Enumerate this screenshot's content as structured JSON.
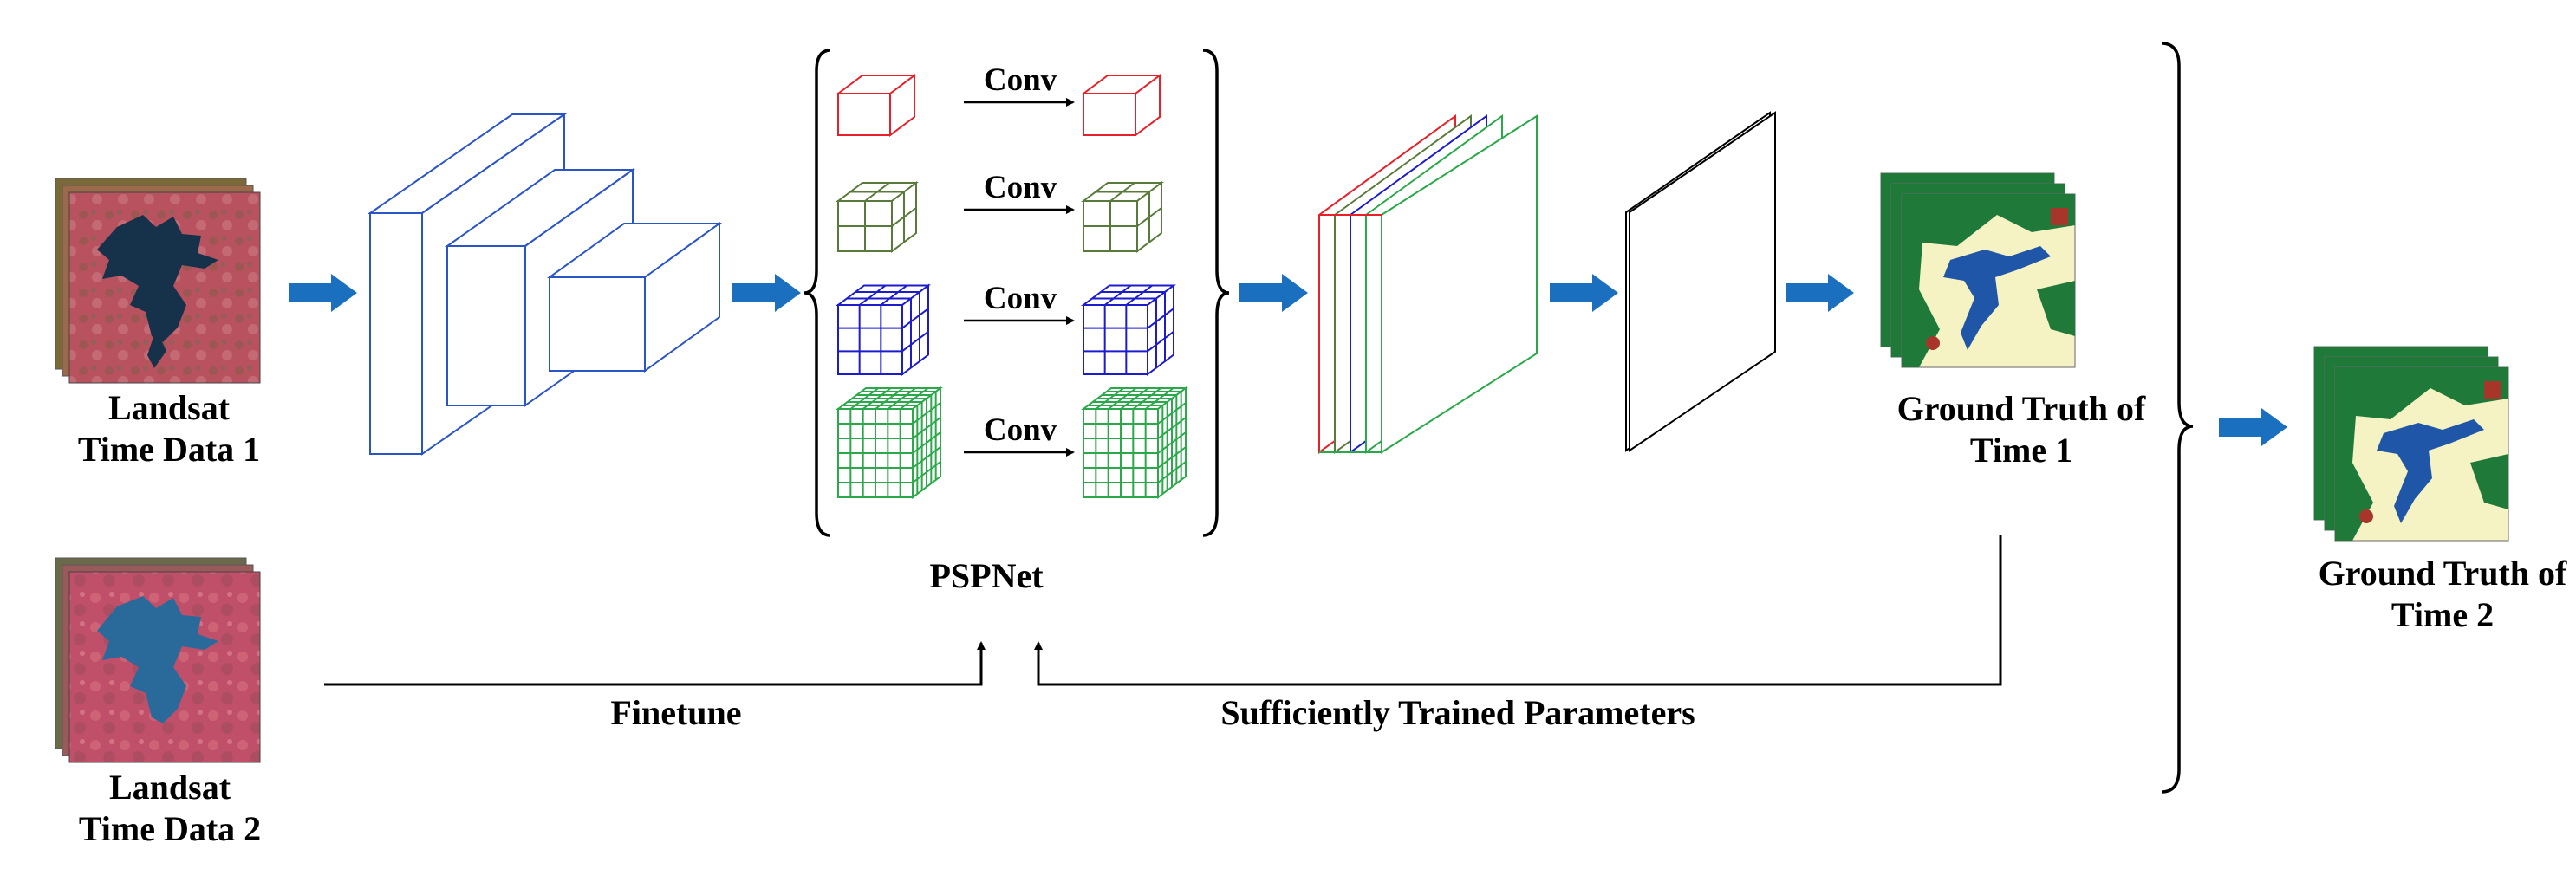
{
  "inputs": {
    "time1": {
      "line1": "Landsat",
      "line2": "Time Data 1"
    },
    "time2": {
      "line1": "Landsat",
      "line2": "Time Data 2"
    }
  },
  "pspnet": {
    "title": "PSPNet",
    "conv_labels": [
      "Conv",
      "Conv",
      "Conv",
      "Conv"
    ],
    "pool_colors": [
      "#e8202a",
      "#587a3a",
      "#1c1ccc",
      "#2aa84a"
    ],
    "pool_grids": [
      1,
      2,
      3,
      6
    ]
  },
  "outputs": {
    "gt1": {
      "line1": "Ground Truth of",
      "line2": "Time 1"
    },
    "gt2": {
      "line1": "Ground Truth of",
      "line2": "Time 2"
    }
  },
  "flows": {
    "finetune": "Finetune",
    "trained": "Sufficiently Trained Parameters"
  },
  "colors": {
    "arrow": "#1a6fbf",
    "encoder": "#2a55c8",
    "gt_green": "#1f7a3a",
    "gt_cream": "#f5f2c4",
    "gt_water": "#1f56a8",
    "gt_red": "#a8352a",
    "sat_red": "#b8525e",
    "sat_water": "#16324a"
  },
  "icons": {
    "flow_arrow": "right-arrow-icon",
    "brace": "curly-brace-icon"
  }
}
